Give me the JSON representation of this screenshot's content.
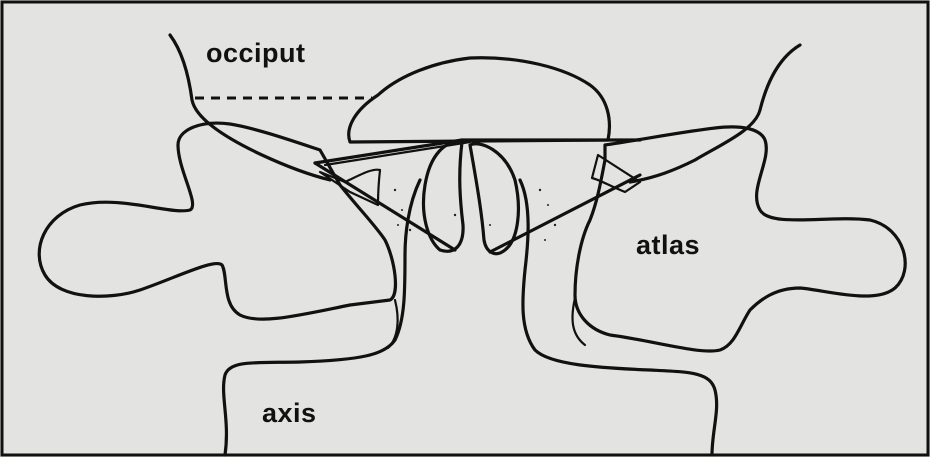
{
  "diagram": {
    "labels": {
      "occiput": "occiput",
      "atlas": "atlas",
      "axis": "axis"
    }
  }
}
